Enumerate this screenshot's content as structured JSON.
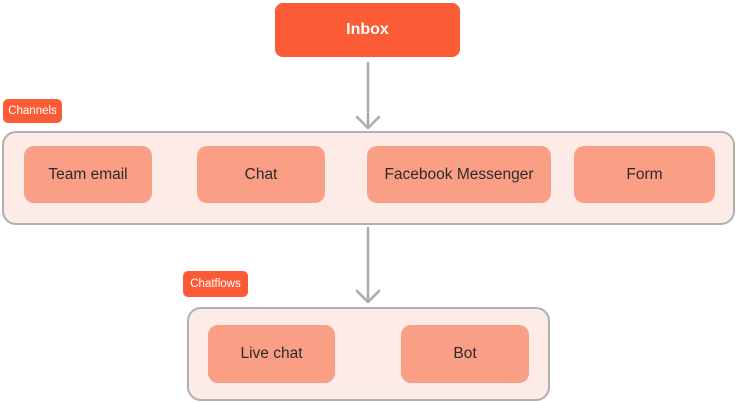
{
  "root_node": {
    "label": "Inbox"
  },
  "groups": [
    {
      "name": "channels",
      "label": "Channels",
      "items": [
        "Team email",
        "Chat",
        "Facebook Messenger",
        "Form"
      ]
    },
    {
      "name": "chatflows",
      "label": "Chatflows",
      "items": [
        "Live chat",
        "Bot"
      ]
    }
  ],
  "arrows": [
    {
      "from": "Inbox",
      "to": "Channels",
      "direction": "down"
    },
    {
      "from": "Channels",
      "to": "Chatflows",
      "direction": "down"
    }
  ],
  "colors": {
    "accent_orange": "#fb5c35",
    "node_salmon": "#fa9e85",
    "container_fill": "#fcebe7",
    "container_border": "#b3afaf",
    "arrow_gray": "#ababab",
    "node_text": "#2f2a2b",
    "label_text": "#ffffff",
    "page_background": "#ffffff"
  }
}
